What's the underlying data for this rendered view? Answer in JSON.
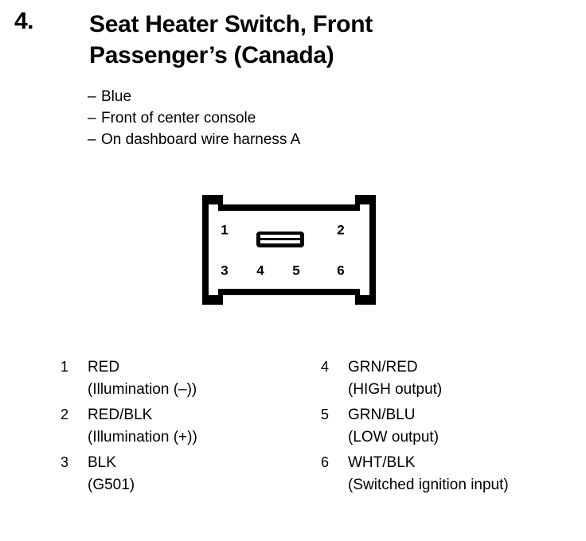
{
  "page": {
    "background_color": "#ffffff",
    "ink_color": "#000000"
  },
  "header": {
    "item_number": "4.",
    "title_lines": [
      "Seat Heater Switch, Front",
      "Passenger’s (Canada)"
    ],
    "title_full": "Seat Heater Switch, Front Passenger’s (Canada)"
  },
  "notes": {
    "bullet_glyph": "–",
    "items": [
      "Blue",
      "Front of center console",
      "On dashboard wire harness A"
    ]
  },
  "connector": {
    "caption": "",
    "top_row_pins": [
      "1",
      "2"
    ],
    "bottom_row_pins": [
      "3",
      "4",
      "5",
      "6"
    ],
    "latch_tab": "center-latch-tab"
  },
  "legend": {
    "left_column": [
      {
        "pin": "1",
        "wire": "RED",
        "function": "(Illumination (–))"
      },
      {
        "pin": "2",
        "wire": "RED/BLK",
        "function": "(Illumination (+))"
      },
      {
        "pin": "3",
        "wire": "BLK",
        "function": "(G501)"
      }
    ],
    "right_column": [
      {
        "pin": "4",
        "wire": "GRN/RED",
        "function": "(HIGH output)"
      },
      {
        "pin": "5",
        "wire": "GRN/BLU",
        "function": "(LOW output)"
      },
      {
        "pin": "6",
        "wire": "WHT/BLK",
        "function": "(Switched ignition input)"
      }
    ]
  }
}
